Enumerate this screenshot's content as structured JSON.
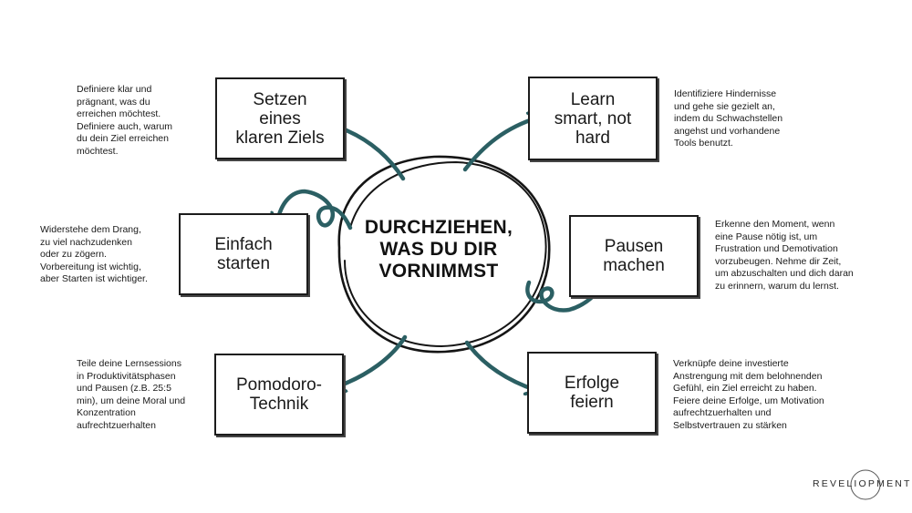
{
  "center": {
    "title": "DURCHZIEHEN,\nWAS DU DIR\nVORNIMMST"
  },
  "nodes": [
    {
      "id": "ziel",
      "label": "Setzen\neines\nklaren Ziels",
      "description": "Definiere klar und\nprägnant, was du\nerreichen möchtest.\nDefiniere auch, warum\ndu dein Ziel erreichen\nmöchtest."
    },
    {
      "id": "learn",
      "label": "Learn\nsmart, not\nhard",
      "description": "Identifiziere Hindernisse\nund gehe sie gezielt an,\nindem du Schwachstellen\nangehst und vorhandene\nTools benutzt."
    },
    {
      "id": "starten",
      "label": "Einfach\nstarten",
      "description": "Widerstehe dem Drang,\nzu viel nachzudenken\noder zu zögern.\nVorbereitung ist wichtig,\naber Starten ist wichtiger."
    },
    {
      "id": "pausen",
      "label": "Pausen\nmachen",
      "description": "Erkenne den Moment, wenn\neine Pause nötig ist, um\nFrustration und Demotivation\nvorzubeugen. Nehme dir Zeit,\num abzuschalten und dich daran\nzu erinnern, warum du lernst."
    },
    {
      "id": "pomodoro",
      "label": "Pomodoro-\nTechnik",
      "description": "Teile deine Lernsessions\nin Produktivitätsphasen\nund Pausen (z.B. 25:5\nmin), um deine Moral und\nKonzentration\naufrechtzuerhalten"
    },
    {
      "id": "erfolge",
      "label": "Erfolge\nfeiern",
      "description": "Verknüpfe deine investierte\nAnstrengung mit dem belohnenden\nGefühl, ein Ziel erreicht zu haben.\nFeiere deine Erfolge, um Motivation\naufrechtzuerhalten und\nSelbstvertrauen zu stärken"
    }
  ],
  "logo": {
    "text": "REVELIOPMENT"
  },
  "colors": {
    "arrow": "#2b5f63",
    "outline": "#1c1c1c",
    "background": "#ffffff"
  }
}
